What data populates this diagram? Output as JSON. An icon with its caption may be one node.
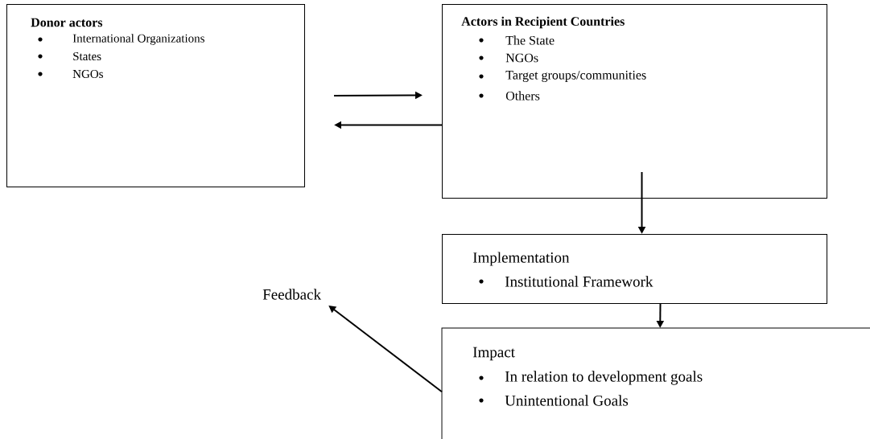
{
  "diagram": {
    "nodes": [
      {
        "text": [
          "Donor actors",
          "International Organizations",
          "States",
          "NGOs"
        ]
      },
      {
        "text": [
          "Actors in Recipient Countries",
          "The State",
          "NGOs",
          "Target groups/communities",
          "Others"
        ]
      },
      {
        "text": [
          "Implementation",
          "Institutional Framework"
        ]
      },
      {
        "text": [
          "Impact",
          "In relation to development goals",
          "Unintentional Goals"
        ]
      },
      {
        "text": [
          "Feedback"
        ]
      }
    ],
    "edges": [
      {
        "from": 0,
        "to": 1,
        "arrow": "to"
      },
      {
        "from": 1,
        "to": 0,
        "arrow": "to"
      },
      {
        "from": 1,
        "to": 2,
        "arrow": "to"
      },
      {
        "from": 2,
        "to": 3,
        "arrow": "to"
      },
      {
        "from": 3,
        "to": 4,
        "arrow": "to"
      }
    ]
  }
}
